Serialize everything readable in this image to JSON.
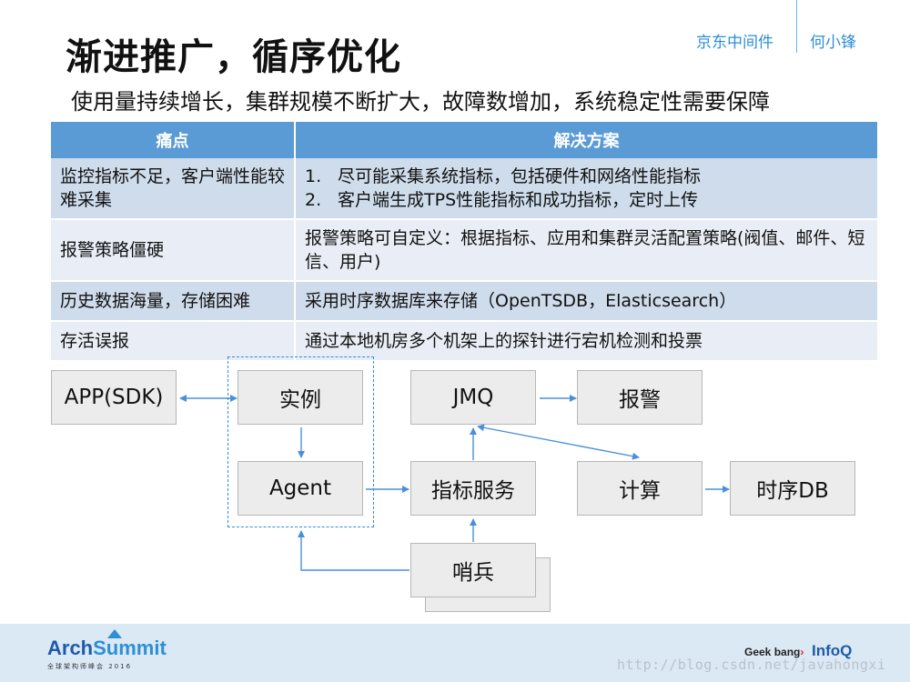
{
  "header": {
    "title": "渐进推广，循序优化",
    "org": "京东中间件",
    "author": "何小锋",
    "subtitle": "使用量持续增长，集群规模不断扩大，故障数增加，系统稳定性需要保障"
  },
  "table": {
    "headers": [
      "痛点",
      "解决方案"
    ],
    "rows": [
      {
        "pain": "监控指标不足，客户端性能较难采集",
        "solution": [
          "尽可能采集系统指标，包括硬件和网络性能指标",
          "客户端生成TPS性能指标和成功指标，定时上传"
        ]
      },
      {
        "pain": "报警策略僵硬",
        "solution": [
          "报警策略可自定义：根据指标、应用和集群灵活配置策略(阀值、邮件、短信、用户)"
        ]
      },
      {
        "pain": "历史数据海量，存储困难",
        "solution": [
          "采用时序数据库来存储（OpenTSDB，Elasticsearch）"
        ]
      },
      {
        "pain": "存活误报",
        "solution": [
          "通过本地机房多个机架上的探针进行宕机检测和投票"
        ]
      }
    ],
    "numbers": [
      "1.",
      "2."
    ]
  },
  "diagram": {
    "app": "APP(SDK)",
    "instance": "实例",
    "agent": "Agent",
    "jmq": "JMQ",
    "alarm": "报警",
    "metrics": "指标服务",
    "compute": "计算",
    "tsdb": "时序DB",
    "sentinel": "哨兵",
    "line_color": "#4a90d9"
  },
  "footer": {
    "logo_main_a": "Arch",
    "logo_main_b": "Summit",
    "logo_sub": "全球架构师峰会 2016",
    "geek": "Geek bang",
    "geek_arrow": "›",
    "infoq": "InfoQ",
    "watermark": "http://blog.csdn.net/javahongxi"
  }
}
